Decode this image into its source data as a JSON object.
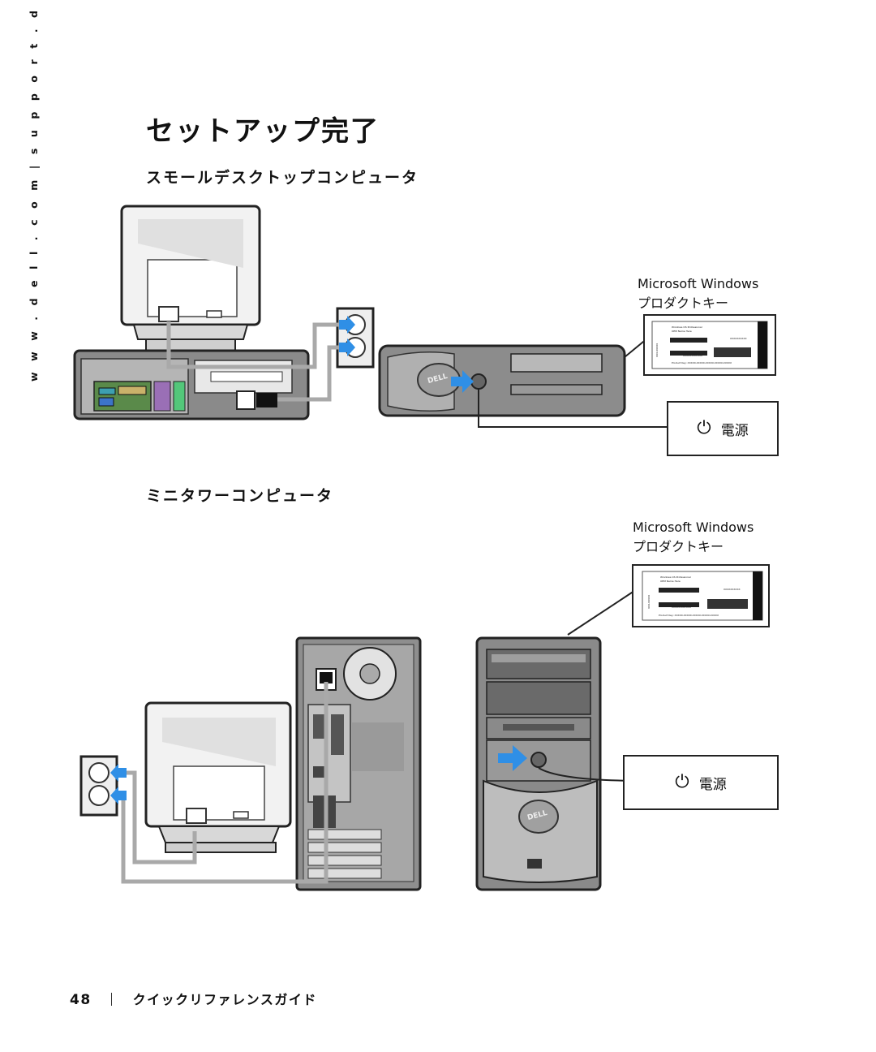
{
  "side_url": "w w w . d e l l . c o m  |  s u p p o r t . d e l l . c o m",
  "title": "セットアップ完了",
  "section_small": {
    "heading": "スモールデスクトップコンピュータ",
    "product_key_label_1": "Microsoft Windows",
    "product_key_label_2": "プロダクトキー",
    "power_label": "電源"
  },
  "section_tower": {
    "heading": "ミニタワーコンピュータ",
    "product_key_label_1": "Microsoft Windows",
    "product_key_label_2": "プロダクトキー",
    "power_label": "電源"
  },
  "sticker": {
    "line1": "Windows OS Professional",
    "line2": "OEM Name Here",
    "product_key_text": "Product Key:  XXXXX-XXXXX-XXXXX-XXXXX-XXXXX",
    "serial_text": "XXXXXXXXXX",
    "side_code": "XXX-XXXXX",
    "mid_code": "XXXXX-XXX-XXX"
  },
  "brand_logo": "DELL",
  "footer": {
    "page_number": "48",
    "guide_title": "クイックリファレンスガイド"
  },
  "colors": {
    "arrow_blue": "#2f8fe6",
    "cable_gray": "#a9a9a9",
    "case_gray": "#8c8c8c"
  }
}
